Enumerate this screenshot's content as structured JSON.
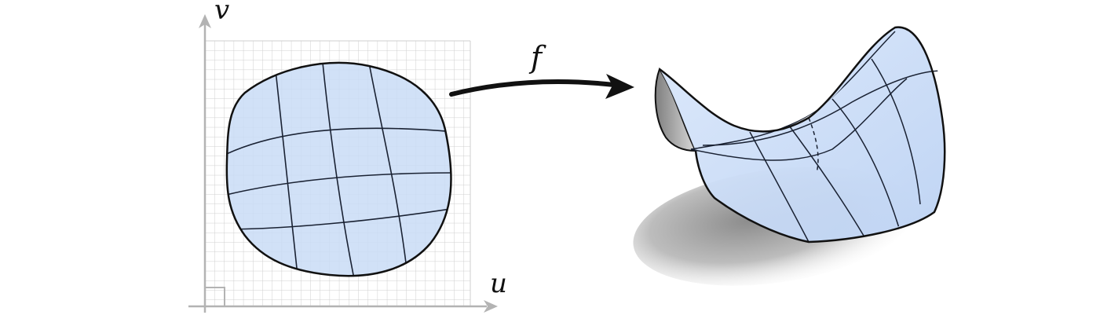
{
  "axes": {
    "u_label": "u",
    "v_label": "v"
  },
  "map": {
    "label": "f"
  },
  "colors": {
    "surface_fill": "#c9dcf6",
    "surface_stroke": "#111111",
    "grid": "#cfcfcf",
    "axis": "#b3b3b3",
    "shadow": "#9a9a9a",
    "arrow": "#111111"
  }
}
